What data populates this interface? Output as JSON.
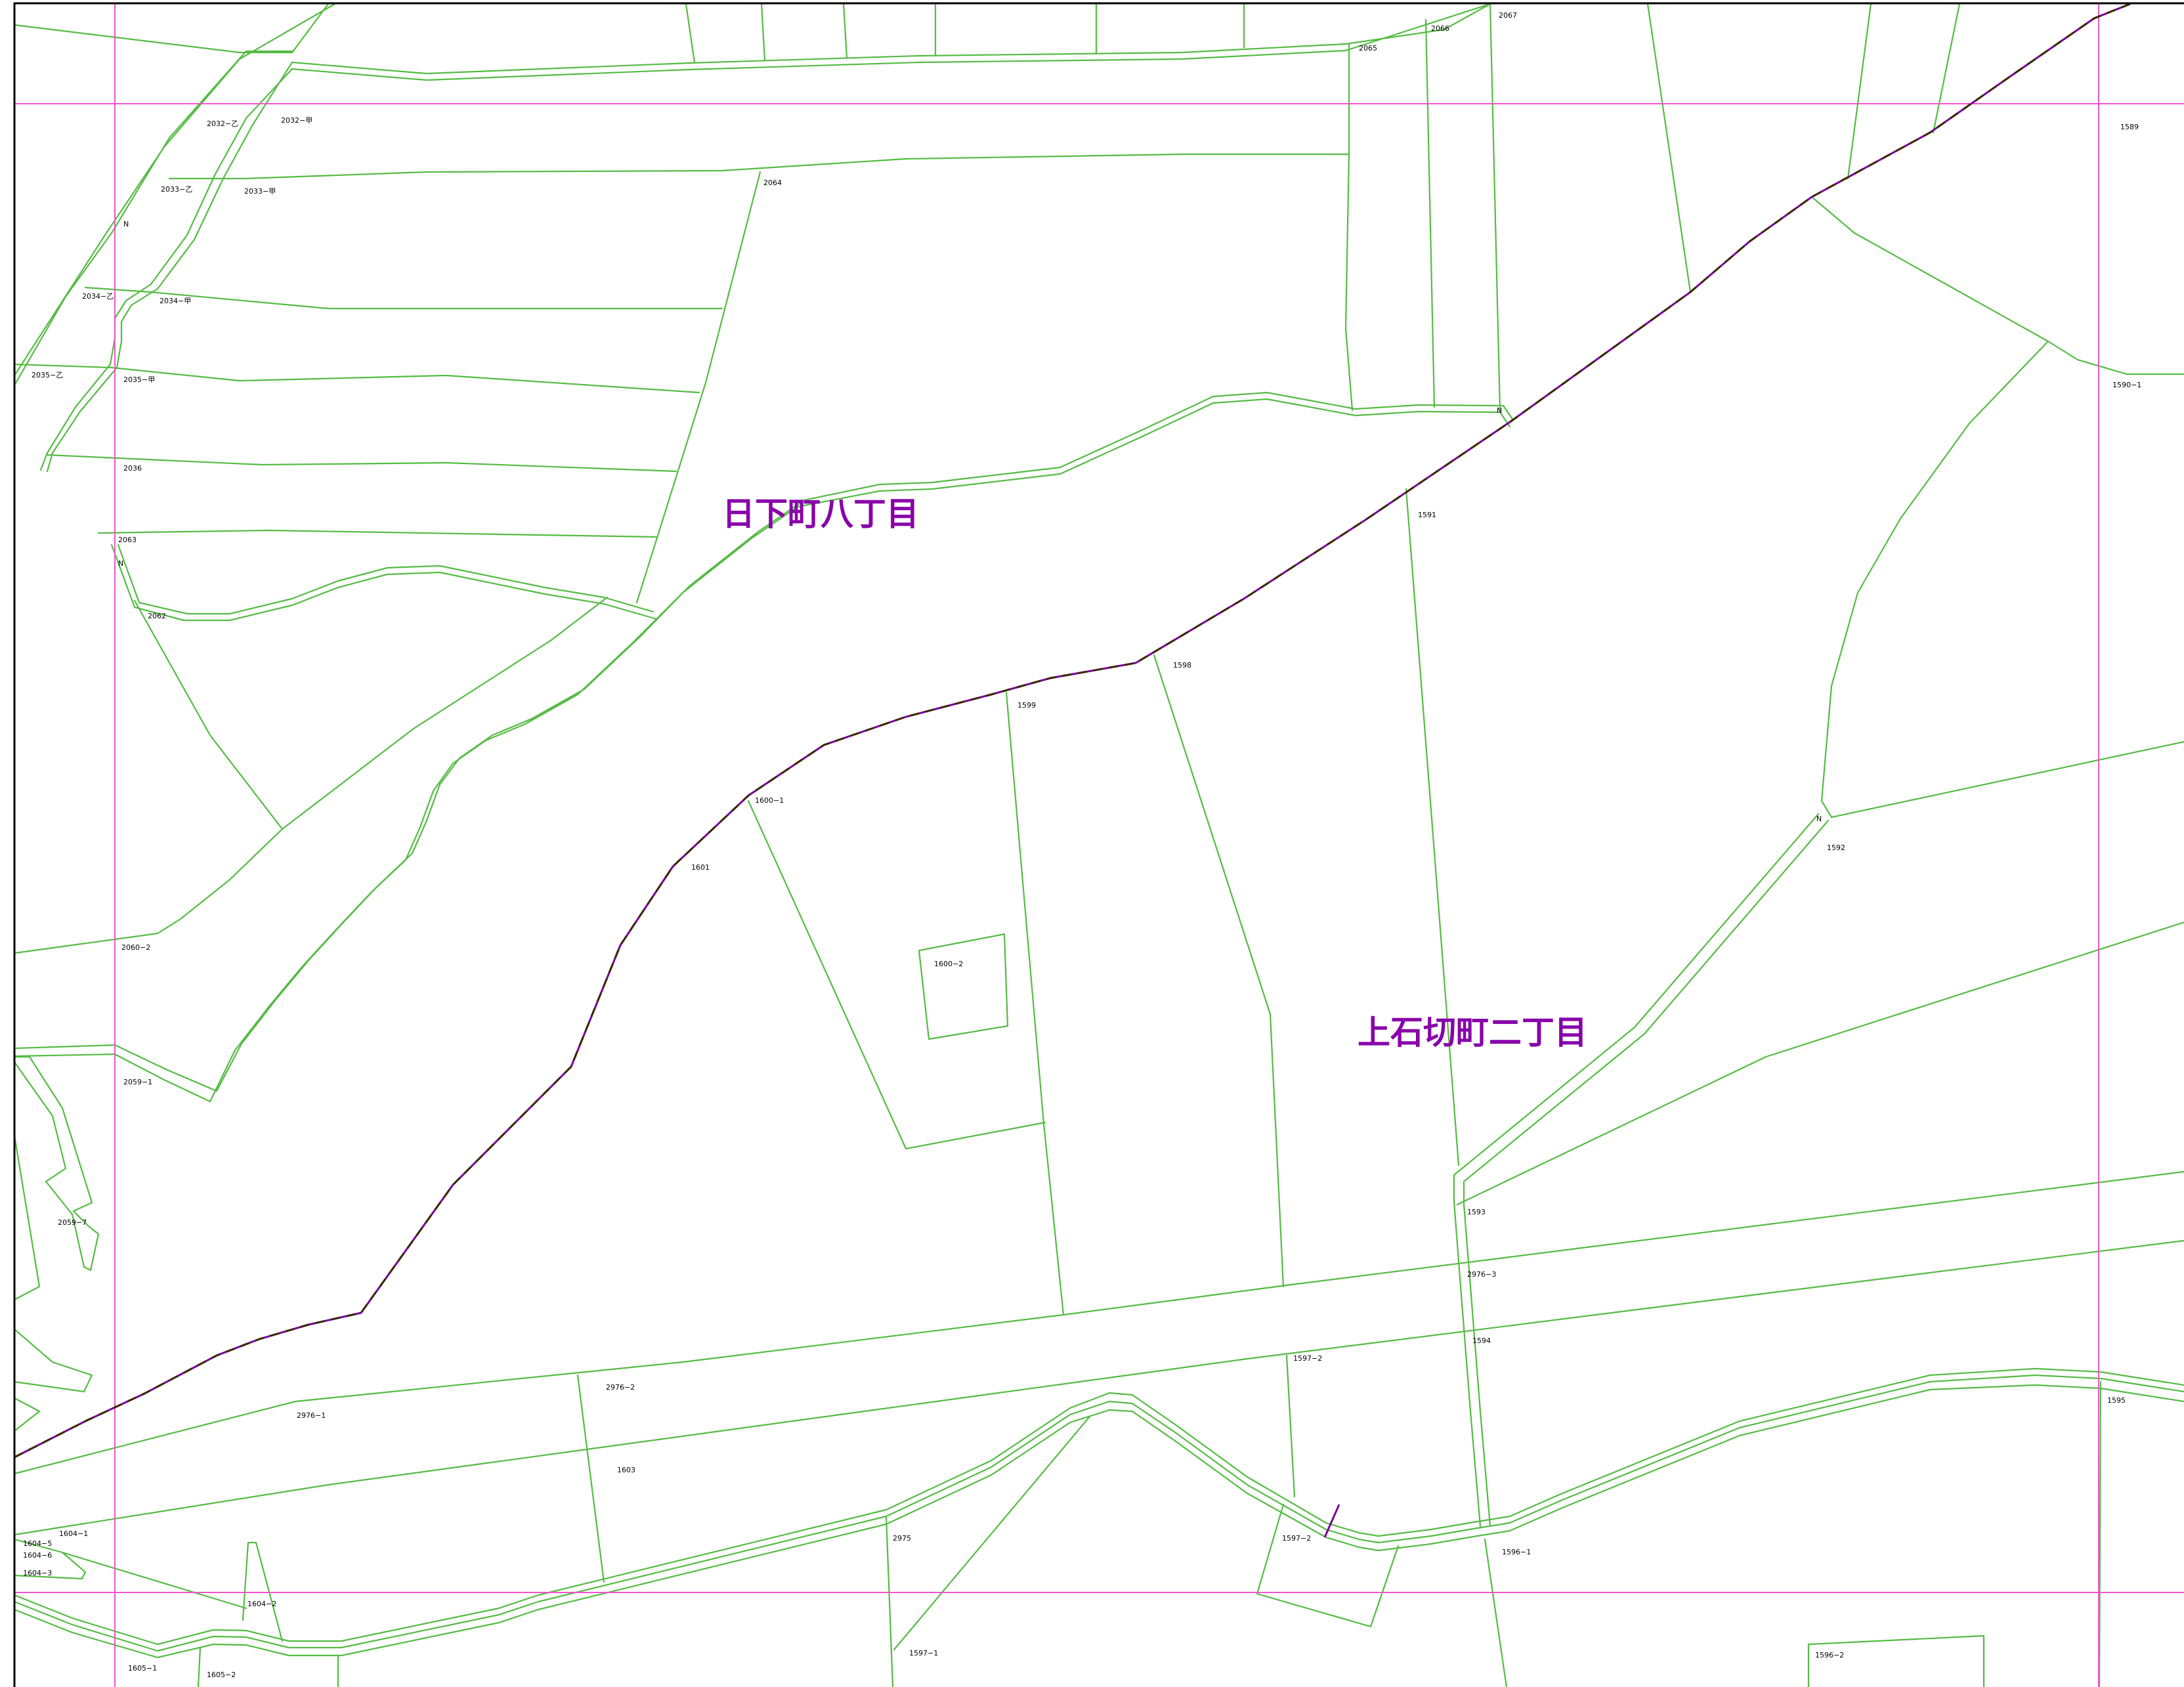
{
  "colors": {
    "parcel_line": "#55bb44",
    "grid_line": "#ee55cc",
    "town_boundary": "#770099",
    "town_boundary_dash": "#3a2a00",
    "town_label": "#8800aa",
    "lot_label": "#000000",
    "frame": "#000000"
  },
  "town_labels": {
    "kusaka_8": "日下町八丁目",
    "kamiishikiri_2": "上石切町二丁目"
  },
  "lots": [
    "2067",
    "2066",
    "2065",
    "1589",
    "2032−乙",
    "2032−甲",
    "2033−乙",
    "2033−甲",
    "2064",
    "2034−乙",
    "2034−甲",
    "2035−乙",
    "2035−甲",
    "1590−1",
    "2036",
    "2063",
    "1591",
    "2062",
    "1598",
    "1599",
    "1600−1",
    "1592",
    "1601",
    "1600−2",
    "2060−2",
    "2059−1",
    "1593",
    "2059−7",
    "2976−3",
    "1594",
    "1597−2",
    "2976−2",
    "2976−1",
    "1595",
    "1603",
    "1604−1",
    "1604−5",
    "1604−6",
    "1604−3",
    "2975",
    "1597−2",
    "1596−1",
    "1604−2",
    "1605−1",
    "1605−2",
    "1597−1",
    "1596−2"
  ]
}
